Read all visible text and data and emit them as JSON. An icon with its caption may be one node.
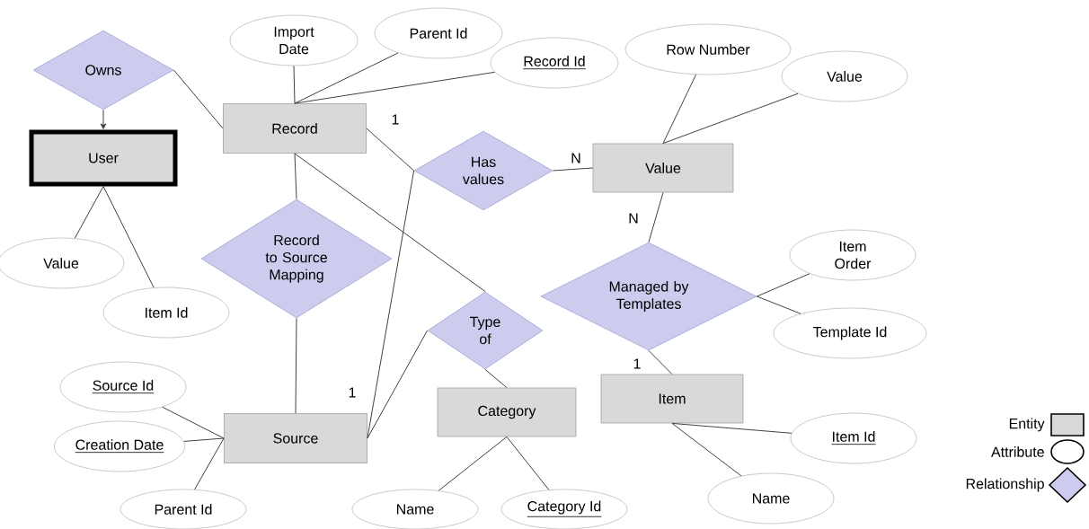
{
  "diagram": {
    "nodes": [
      {
        "text": [
          "Owns"
        ]
      },
      {
        "text": [
          "User"
        ]
      },
      {
        "text": [
          "Record"
        ]
      },
      {
        "text": [
          "Import Date"
        ]
      },
      {
        "text": [
          "Parent Id"
        ]
      },
      {
        "text": [
          "Record Id"
        ]
      },
      {
        "text": [
          "Row Number"
        ]
      },
      {
        "text": [
          "Value"
        ]
      },
      {
        "text": [
          "Has values"
        ]
      },
      {
        "text": [
          "Value"
        ]
      },
      {
        "text": [
          "Value"
        ]
      },
      {
        "text": [
          "Item Id"
        ]
      },
      {
        "text": [
          "Record to Source Mapping"
        ]
      },
      {
        "text": [
          "Type of"
        ]
      },
      {
        "text": [
          "Managed by Templates"
        ]
      },
      {
        "text": [
          "Item Order"
        ]
      },
      {
        "text": [
          "Template Id"
        ]
      },
      {
        "text": [
          "Source Id"
        ]
      },
      {
        "text": [
          "Creation Date"
        ]
      },
      {
        "text": [
          "Parent Id"
        ]
      },
      {
        "text": [
          "Source"
        ]
      },
      {
        "text": [
          "Category"
        ]
      },
      {
        "text": [
          "Item"
        ]
      },
      {
        "text": [
          "Item Id"
        ]
      },
      {
        "text": [
          "Name"
        ]
      },
      {
        "text": [
          "Category Id"
        ]
      },
      {
        "text": [
          "Name"
        ]
      }
    ],
    "edges": [
      {
        "from": 0,
        "to": 1,
        "arrow": "to"
      },
      {
        "from": 0,
        "to": 2,
        "arrow": "none"
      },
      {
        "from": 2,
        "to": 3,
        "arrow": "none"
      },
      {
        "from": 2,
        "to": 4,
        "arrow": "none"
      },
      {
        "from": 2,
        "to": 5,
        "arrow": "none"
      },
      {
        "from": 2,
        "to": 8,
        "arrow": "none",
        "label": "1"
      },
      {
        "from": 8,
        "to": 9,
        "arrow": "none",
        "label": "N"
      },
      {
        "from": 9,
        "to": 6,
        "arrow": "none"
      },
      {
        "from": 9,
        "to": 7,
        "arrow": "none"
      },
      {
        "from": 1,
        "to": 10,
        "arrow": "none"
      },
      {
        "from": 1,
        "to": 11,
        "arrow": "none"
      },
      {
        "from": 2,
        "to": 12,
        "arrow": "none"
      },
      {
        "from": 12,
        "to": 20,
        "arrow": "none"
      },
      {
        "from": 2,
        "to": 13,
        "arrow": "none"
      },
      {
        "from": 13,
        "to": 21,
        "arrow": "none"
      },
      {
        "from": 20,
        "to": 13,
        "arrow": "none"
      },
      {
        "from": 20,
        "to": 8,
        "arrow": "none",
        "label": "1"
      },
      {
        "from": 9,
        "to": 14,
        "arrow": "none",
        "label": "N"
      },
      {
        "from": 14,
        "to": 15,
        "arrow": "none"
      },
      {
        "from": 14,
        "to": 16,
        "arrow": "none"
      },
      {
        "from": 14,
        "to": 22,
        "arrow": "none",
        "label": "1"
      },
      {
        "from": 20,
        "to": 17,
        "arrow": "none"
      },
      {
        "from": 20,
        "to": 18,
        "arrow": "none"
      },
      {
        "from": 20,
        "to": 19,
        "arrow": "none"
      },
      {
        "from": 21,
        "to": 24,
        "arrow": "none"
      },
      {
        "from": 21,
        "to": 25,
        "arrow": "none"
      },
      {
        "from": 22,
        "to": 23,
        "arrow": "none"
      },
      {
        "from": 22,
        "to": 26,
        "arrow": "none"
      }
    ],
    "legend": [
      {
        "text": "Entity"
      },
      {
        "text": "Attribute"
      },
      {
        "text": "Relationship"
      }
    ]
  }
}
